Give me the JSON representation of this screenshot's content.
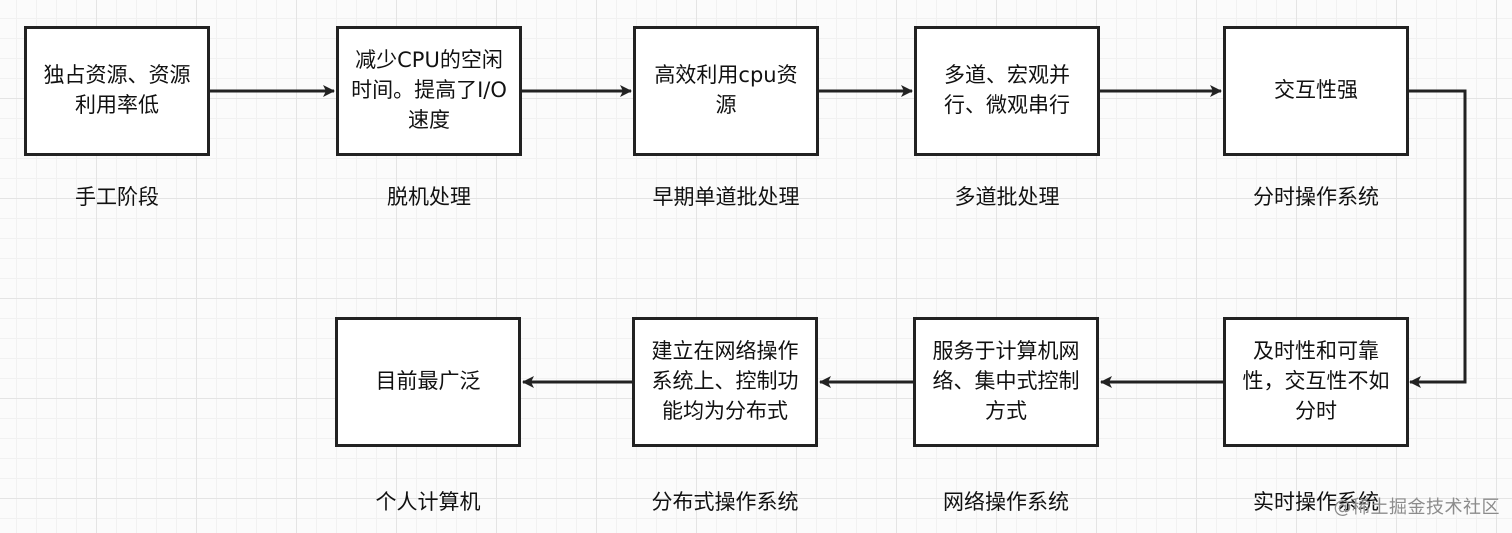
{
  "diagram": {
    "top_row": [
      {
        "description": "独占资源、资源利用率低",
        "stage": "手工阶段"
      },
      {
        "description": "减少CPU的空闲时间。提高了I/O速度",
        "stage": "脱机处理"
      },
      {
        "description": "高效利用cpu资源",
        "stage": "早期单道批处理"
      },
      {
        "description": "多道、宏观并行、微观串行",
        "stage": "多道批处理"
      },
      {
        "description": "交互性强",
        "stage": "分时操作系统"
      }
    ],
    "bottom_row": [
      {
        "description": "目前最广泛",
        "stage": "个人计算机"
      },
      {
        "description": "建立在网络操作系统上、控制功能均为分布式",
        "stage": "分布式操作系统"
      },
      {
        "description": "服务于计算机网络、集中式控制方式",
        "stage": "网络操作系统"
      },
      {
        "description": "及时性和可靠性，交互性不如分时",
        "stage": "实时操作系统"
      }
    ]
  },
  "watermark": "@稀土掘金技术社区"
}
